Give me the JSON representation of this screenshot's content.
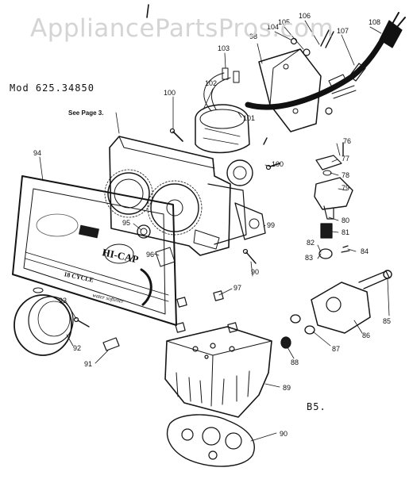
{
  "watermark": "AppliancePartsPros.com",
  "model_label": "Mod 625.34850",
  "see_page_note": "See Page 3.",
  "page_ref": "B5.",
  "panel_text": {
    "brand": "HI-CAP",
    "line1": "18 CYCLE",
    "line2": "water  softener"
  },
  "part_labels": [
    "76",
    "77",
    "78",
    "79",
    "80",
    "81",
    "82",
    "83",
    "84",
    "85",
    "86",
    "87",
    "88",
    "89",
    "90",
    "91",
    "92",
    "93",
    "94",
    "95",
    "96",
    "97",
    "98",
    "99",
    "100",
    "101",
    "102",
    "103",
    "104",
    "105",
    "106",
    "107",
    "108"
  ]
}
